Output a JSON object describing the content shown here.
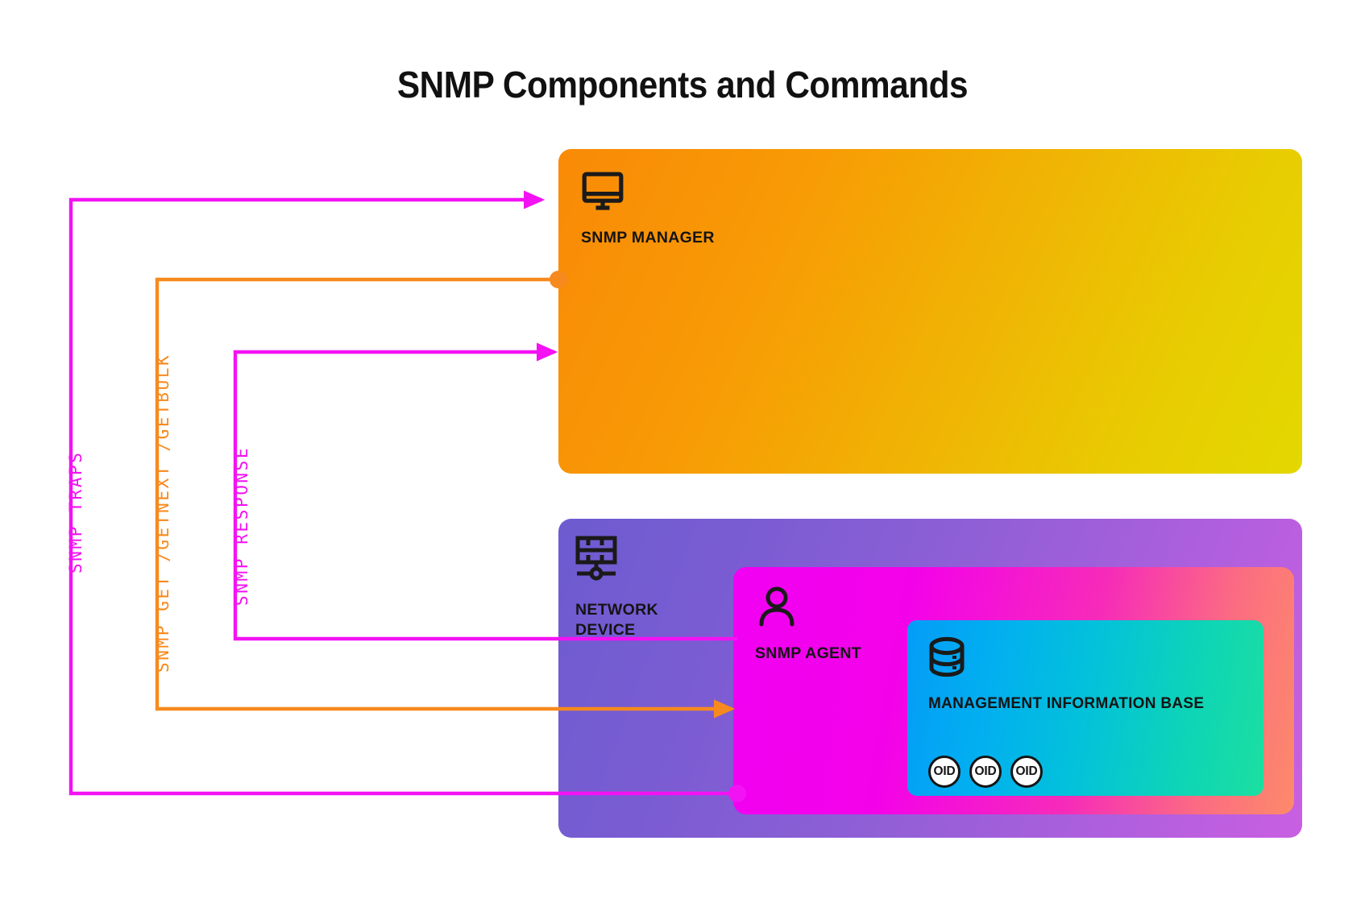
{
  "title": "SNMP Components and Commands",
  "colors": {
    "magenta": "#F312F3",
    "orange": "#F78A1E",
    "manager_gradient_start": "#F98A07",
    "manager_gradient_end": "#E3D800",
    "device_gradient_start": "#6D5BD0",
    "device_gradient_end": "#C95FE2",
    "agent_gradient_start": "#F200F2",
    "agent_gradient_end": "#FD8A6A",
    "mib_gradient_start": "#049CF7",
    "mib_gradient_end": "#1CDFA0",
    "text": "#141414",
    "background": "#FFFFFF"
  },
  "nodes": {
    "manager": {
      "label": "SNMP MANAGER",
      "icon": "monitor-icon"
    },
    "network_device": {
      "label": "NETWORK\nDEVICE",
      "icon": "network-switch-icon"
    },
    "agent": {
      "label": "SNMP AGENT",
      "icon": "person-icon"
    },
    "mib": {
      "label": "MANAGEMENT INFORMATION BASE",
      "icon": "database-icon",
      "oids": [
        "OID",
        "OID",
        "OID"
      ]
    }
  },
  "flows": [
    {
      "id": "snmp-traps",
      "label": "SNMP TRAPS",
      "color": "#F312F3",
      "direction": "agent-to-manager"
    },
    {
      "id": "snmp-get",
      "label": "SNMP GET /GETNEXT /GETBULK",
      "color": "#F78A1E",
      "direction": "manager-to-agent"
    },
    {
      "id": "snmp-response",
      "label": "SNMP RESPONSE",
      "color": "#F312F3",
      "direction": "agent-to-manager"
    }
  ]
}
